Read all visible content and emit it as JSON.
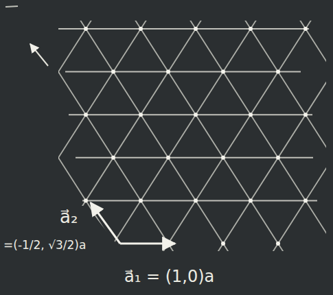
{
  "diagram": {
    "labels": [
      "a⃗₂",
      "=(-1/2, √3/2)a",
      "a⃗₁ = (1,0)a"
    ]
  }
}
